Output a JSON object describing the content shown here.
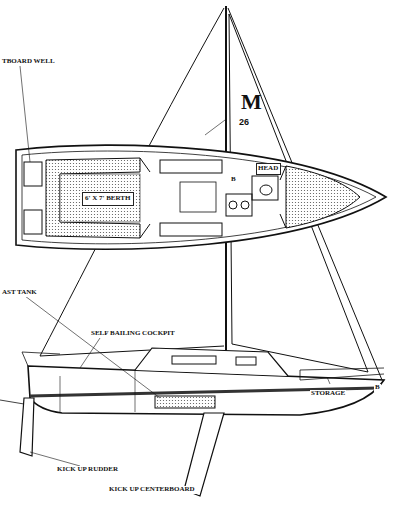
{
  "diagram": {
    "nodes": [
      {
        "text": [
          "6' X 7' BERTH"
        ]
      },
      {
        "text": [
          "HEAD"
        ]
      }
    ],
    "labels": [
      "M",
      "26",
      "TBOARD WELL",
      "AST TANK",
      "SELF BAILING COCKPIT",
      "STORAGE",
      "KICK UP RUDDER",
      "KICK UP CENTERBOARD",
      "B",
      "B"
    ]
  }
}
